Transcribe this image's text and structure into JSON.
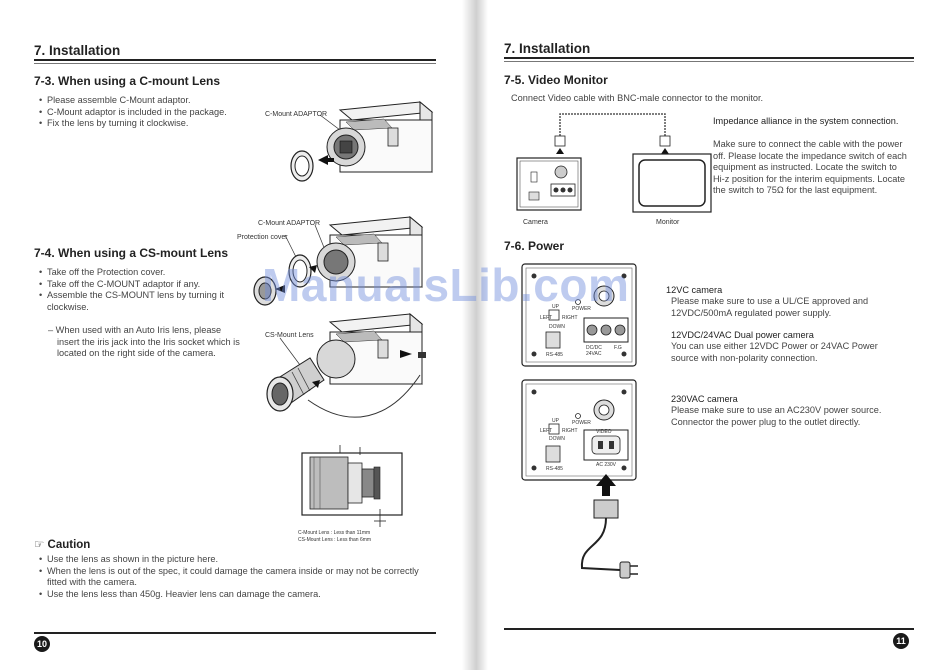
{
  "left": {
    "section_title": "7. Installation",
    "s73": {
      "title": "7-3. When using a C-mount Lens",
      "bullets": [
        "Please assemble C-Mount adaptor.",
        "C-Mount adaptor is included in the package.",
        "Fix the lens by turning it clockwise."
      ],
      "fig_label": "C-Mount ADAPTOR"
    },
    "s74": {
      "title": "7-4. When using a CS-mount Lens",
      "bullets": [
        "Take off the Protection cover.",
        "Take off the C-MOUNT adaptor if any.",
        "Assemble the CS-MOUNT lens by turning it clockwise."
      ],
      "dash_note": "When used with an Auto Iris lens, please insert the iris jack into the Iris socket which is located on the right side of the camera.",
      "fig_label_adaptor": "C-Mount ADAPTOR",
      "fig_label_cover": "Protection cover",
      "fig_label_cs_lens": "CS-Mount Lens",
      "lens_spec_c": "C-Mount Lens : Less than 11mm",
      "lens_spec_cs": "CS-Mount Lens : Less than 6mm"
    },
    "caution": {
      "title": "Caution",
      "bullets": [
        "Use the lens as shown in the picture here.",
        "When the lens is out of the spec, it could damage the camera inside or may not be correctly fitted with the camera.",
        "Use the lens less than 450g. Heavier lens can damage the camera."
      ]
    },
    "page_number": "10"
  },
  "right": {
    "section_title": "7. Installation",
    "s75": {
      "title": "7-5. Video Monitor",
      "intro": "Connect Video cable with BNC-male connector to the monitor.",
      "note_title": "Impedance alliance in the system connection.",
      "note_text": "Make sure to connect the cable with the power off. Please locate the impedance switch of each equipment as instructed. Locate the switch to Hi-z position for the interim equipments. Locate the switch to 75Ω for the last equipment.",
      "label_camera": "Camera",
      "label_monitor": "Monitor"
    },
    "s76": {
      "title": "7-6. Power",
      "p1_head": "12V",
      "p1_head_tail": "C camera",
      "p1_text": "Please make sure to use a UL/CE approved and 12VDC/500mA regulated power supply.",
      "p2_head": "12VDC/24VAC Dual power camera",
      "p2_text": "You can use either 12VDC Power or 24VAC Power source with non-polarity connection.",
      "p3_head": "230VAC camera",
      "p3_text": "Please make sure to use an AC230V power source. Connector the power plug to the outlet directly.",
      "panel": {
        "up": "UP",
        "down": "DOWN",
        "left": "LEFT",
        "right": "RIGHT",
        "power": "POWER",
        "video": "VIDEO",
        "rs485": "RS-485",
        "dc": "DC/DC",
        "ac24": "24VAC",
        "fg": "F.G",
        "ac230": "AC 230V"
      }
    },
    "page_number": "11"
  },
  "watermark": "ManualsLib.com"
}
